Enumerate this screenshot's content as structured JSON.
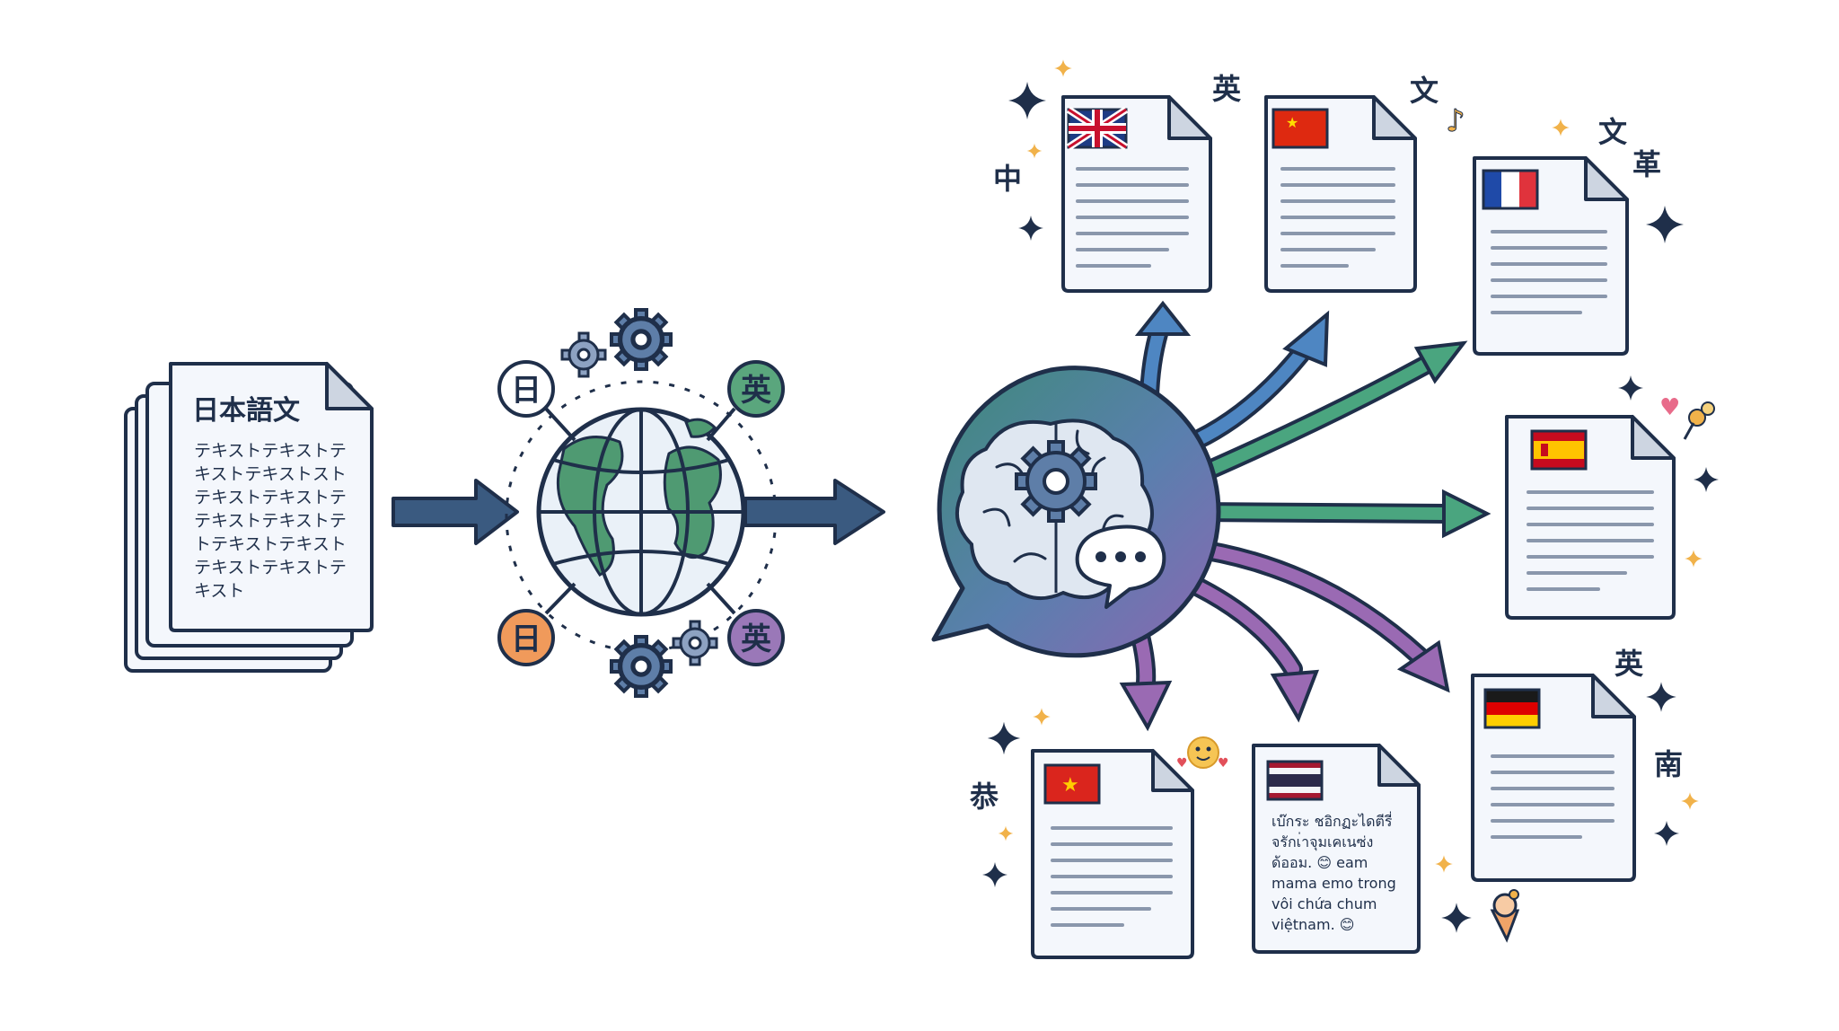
{
  "source_document": {
    "title": "日本語文",
    "body_lines": [
      "テキストテキストテ",
      "キストテキストスト",
      "テキストテキストテ",
      "テキストテキストテ",
      "トテキストテキスト",
      "テキストテキストテ",
      "キスト"
    ]
  },
  "globe_badges": {
    "top_left": "日",
    "top_right": "英",
    "bottom_left": "日",
    "bottom_right": "英"
  },
  "output_documents": [
    {
      "id": "uk",
      "flag": "united-kingdom-flag"
    },
    {
      "id": "cn",
      "flag": "china-flag"
    },
    {
      "id": "fr",
      "flag": "france-flag"
    },
    {
      "id": "es",
      "flag": "spain-flag"
    },
    {
      "id": "de",
      "flag": "germany-flag"
    },
    {
      "id": "th",
      "flag": "thailand-flag",
      "text_lines": [
        "เบ๊กระ ชอิกฏะไดตีรี่",
        "จรักเ่าจุมเคเนซ่ง",
        "ด้ออม. 😊 eam",
        "mama emo trong",
        "vôi chứa chum",
        "việtnam. 😊"
      ]
    },
    {
      "id": "vn",
      "flag": "vietnam-flag"
    }
  ],
  "floating_characters": {
    "near_uk": "英",
    "near_uk_left": "中",
    "near_cn": "文",
    "near_fr_1": "文",
    "near_fr_2": "革",
    "near_de_top": "英",
    "near_de_right": "南",
    "near_vn": "恭"
  },
  "colors": {
    "navy": "#1f2f4a",
    "arrow_blue": "#4e86c2",
    "arrow_green": "#4aa57f",
    "arrow_purple": "#9a6ab3",
    "globe_green": "#4f9a72",
    "badge_green": "#5aa67d",
    "badge_orange": "#f09a5b",
    "badge_purple": "#9a78b8",
    "sparkle_gold": "#f1b24a"
  }
}
